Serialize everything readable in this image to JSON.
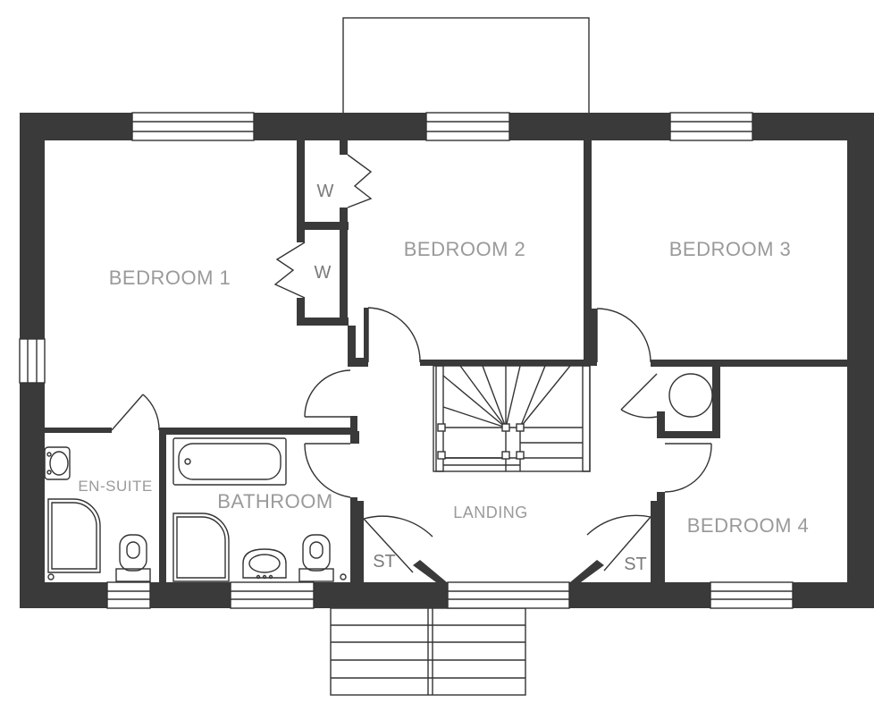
{
  "floor_plan": {
    "rooms": {
      "bedroom1": "BEDROOM 1",
      "bedroom2": "BEDROOM 2",
      "bedroom3": "BEDROOM 3",
      "bedroom4": "BEDROOM 4",
      "ensuite": "EN-SUITE",
      "bathroom": "BATHROOM",
      "landing": "LANDING"
    },
    "wardrobe_label": "W",
    "storage_label": "ST"
  },
  "colors": {
    "wall": "#3a3a3a",
    "label": "#9a9a9a",
    "line": "#333333"
  }
}
